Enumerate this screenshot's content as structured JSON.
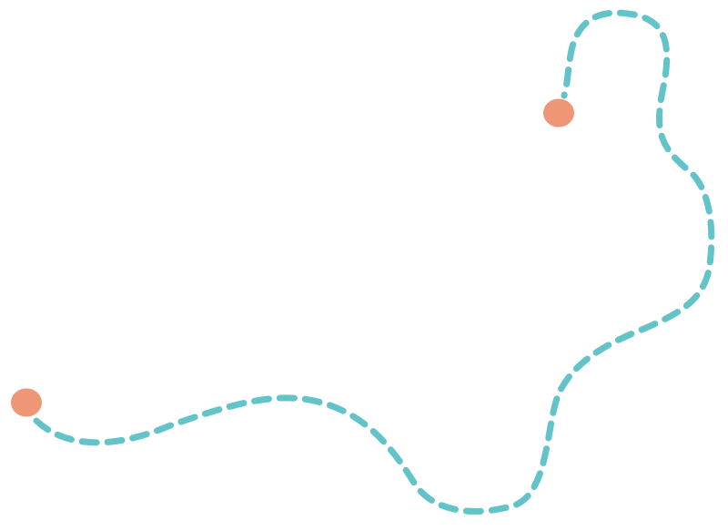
{
  "colors": {
    "background": "#ffffff",
    "path": "#62c3c8",
    "endpoint": "#ef9677"
  },
  "path": {
    "style": "dashed"
  },
  "endpoints": [
    {
      "name": "start-dot"
    },
    {
      "name": "end-dot"
    }
  ]
}
